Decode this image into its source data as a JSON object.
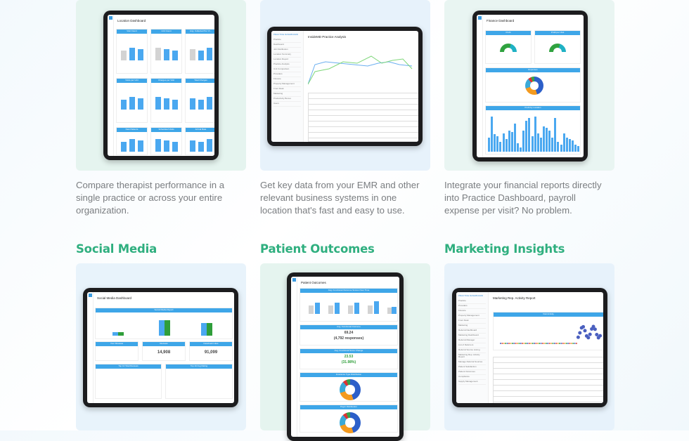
{
  "cards": [
    {
      "description": "Compare therapist performance in a single practice or across your entire organization.",
      "screen": {
        "title": "Location Dashboard",
        "panels": [
          "Visit Count",
          "Unit Count",
          "Avg. Collected Per Vi...",
          "Visits per Unit",
          "Charges per Visit",
          "Total Charges",
          "New Patients",
          "Scheduled Visits",
          "Arrival Rate"
        ]
      }
    },
    {
      "description": "Get key data from your EMR and other relevant business systems in one location that's fast and easy to use.",
      "screen": {
        "title": "InsideMD Practice Analysis",
        "logo": "PRACTICE DASHBOARD",
        "nav": [
          "Practice",
          "Dashboard",
          "Job Distribution",
          "Location Summary",
          "Location Report",
          "Practice Analysis",
          "Unit Comparison",
          "Providers",
          "Finance",
          "Property Management",
          "Front Desk",
          "Marketing",
          "Productivity Bonus",
          "Users"
        ]
      }
    },
    {
      "description": "Integrate your financial reports directly into Practice Dashboard, payroll expense per visit? No problem.",
      "screen": {
        "title": "Finance Dashboard",
        "panels": [
          "Profit",
          "Profit per Visit",
          "Expenses",
          "Profit by Location"
        ]
      }
    },
    {
      "heading": "Social Media",
      "screen": {
        "title": "Social Media Dashboard",
        "panels": [
          "Social Media Report",
          "Your Reviews",
          "Reviews",
          "Facebook Likes",
          "Top 10 Total Reviews",
          "Top 10 Avg Rating"
        ],
        "reviews": "14,908",
        "likes": "91,099"
      }
    },
    {
      "heading": "Patient Outcomes",
      "screen": {
        "title": "Patient Outcomes",
        "panels": [
          "Avg. Functional Outcome Scores Over Time",
          "Avg. Functional Outcome",
          "Avg. Functional Score Change",
          "Insurance Type Distribution",
          "Payer Distribution"
        ],
        "score": "69.24",
        "responses": "(4,792 responses)",
        "change": "23.53",
        "change_pct": "(31.98%)"
      }
    },
    {
      "heading": "Marketing Insights",
      "screen": {
        "title": "Marketing Rep. Activity Report",
        "logo": "PRACTICE DASHBOARD",
        "panels": [
          "Visit Activity"
        ],
        "nav": [
          "Practice",
          "Providers",
          "Finance",
          "Property Management",
          "Front Desk",
          "Marketing",
          "Referral Dashboard",
          "Marketing Dashboard",
          "Referral Manager",
          "List of Referrers",
          "Referral Source Listing",
          "Marketing Rep. Activity Report",
          "Manage Referral Sources",
          "Patient Satisfaction",
          "Patient Outcomes",
          "Compliance",
          "Supply Management"
        ]
      }
    }
  ],
  "colors": {
    "heading": "#2faf7f",
    "accent": "#3ea6e8",
    "text": "#7a7d80"
  }
}
